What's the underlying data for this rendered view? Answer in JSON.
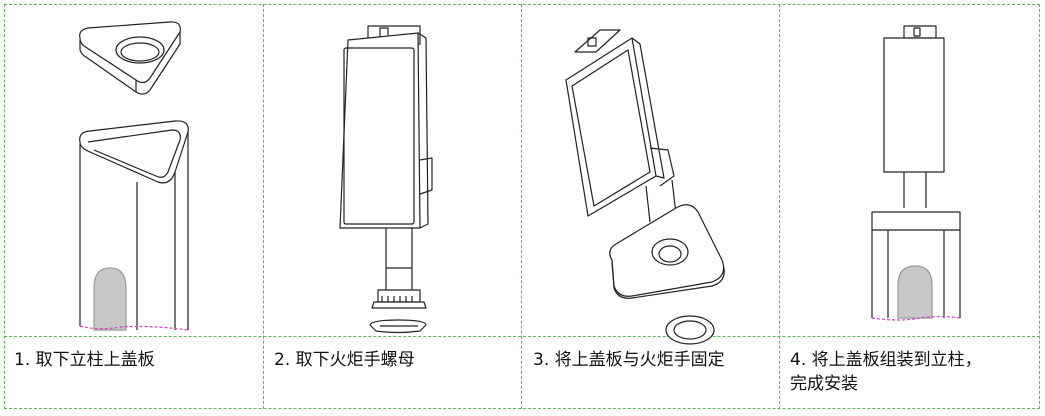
{
  "steps": [
    {
      "caption": "1. 取下立柱上盖板"
    },
    {
      "caption": "2. 取下火炬手螺母"
    },
    {
      "caption": "3. 将上盖板与火炬手固定"
    },
    {
      "caption_line1": "4. 将上盖板组装到立柱，",
      "caption_line2": "完成安装"
    }
  ],
  "colors": {
    "border": "#58b858",
    "line": "#222222",
    "shade": "#c8c8c8",
    "pink": "#d23fc8"
  }
}
